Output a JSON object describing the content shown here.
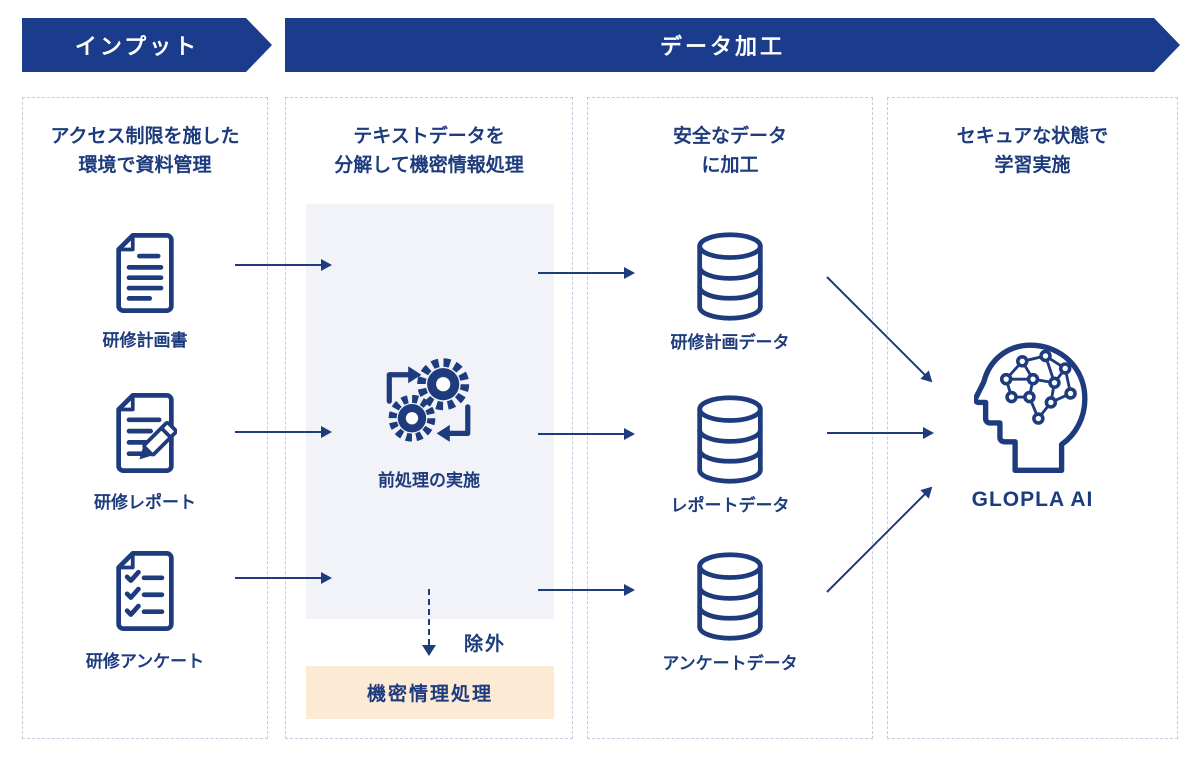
{
  "header": {
    "input_banner": "インプット",
    "processing_banner": "データ加工"
  },
  "columns": {
    "input": {
      "title": "アクセス制限を施した\n環境で資料管理",
      "items": [
        {
          "icon": "document-icon",
          "label": "研修計画書"
        },
        {
          "icon": "report-pencil-icon",
          "label": "研修レポート"
        },
        {
          "icon": "checklist-icon",
          "label": "研修アンケート"
        }
      ]
    },
    "processing": {
      "title": "テキストデータを\n分解して機密情報処理",
      "process_icon": "gears-process-icon",
      "process_label": "前処理の実施",
      "exclusion_label": "除外",
      "confidential_box_label": "機密情理処理"
    },
    "data": {
      "title": "安全なデータ\nに加工",
      "items": [
        {
          "icon": "database-icon",
          "label": "研修計画データ"
        },
        {
          "icon": "database-icon",
          "label": "レポートデータ"
        },
        {
          "icon": "database-icon",
          "label": "アンケートデータ"
        }
      ]
    },
    "ai": {
      "title": "セキュアな状態で\n学習実施",
      "icon": "ai-head-brain-icon",
      "label": "GLOPLA AI"
    }
  },
  "colors": {
    "banner_blue": "#1b3c8c",
    "navy": "#1e3c7d",
    "light_box": "#f1f3f9",
    "orange_box": "#fdead5",
    "dashed_border": "#c4cce0"
  }
}
